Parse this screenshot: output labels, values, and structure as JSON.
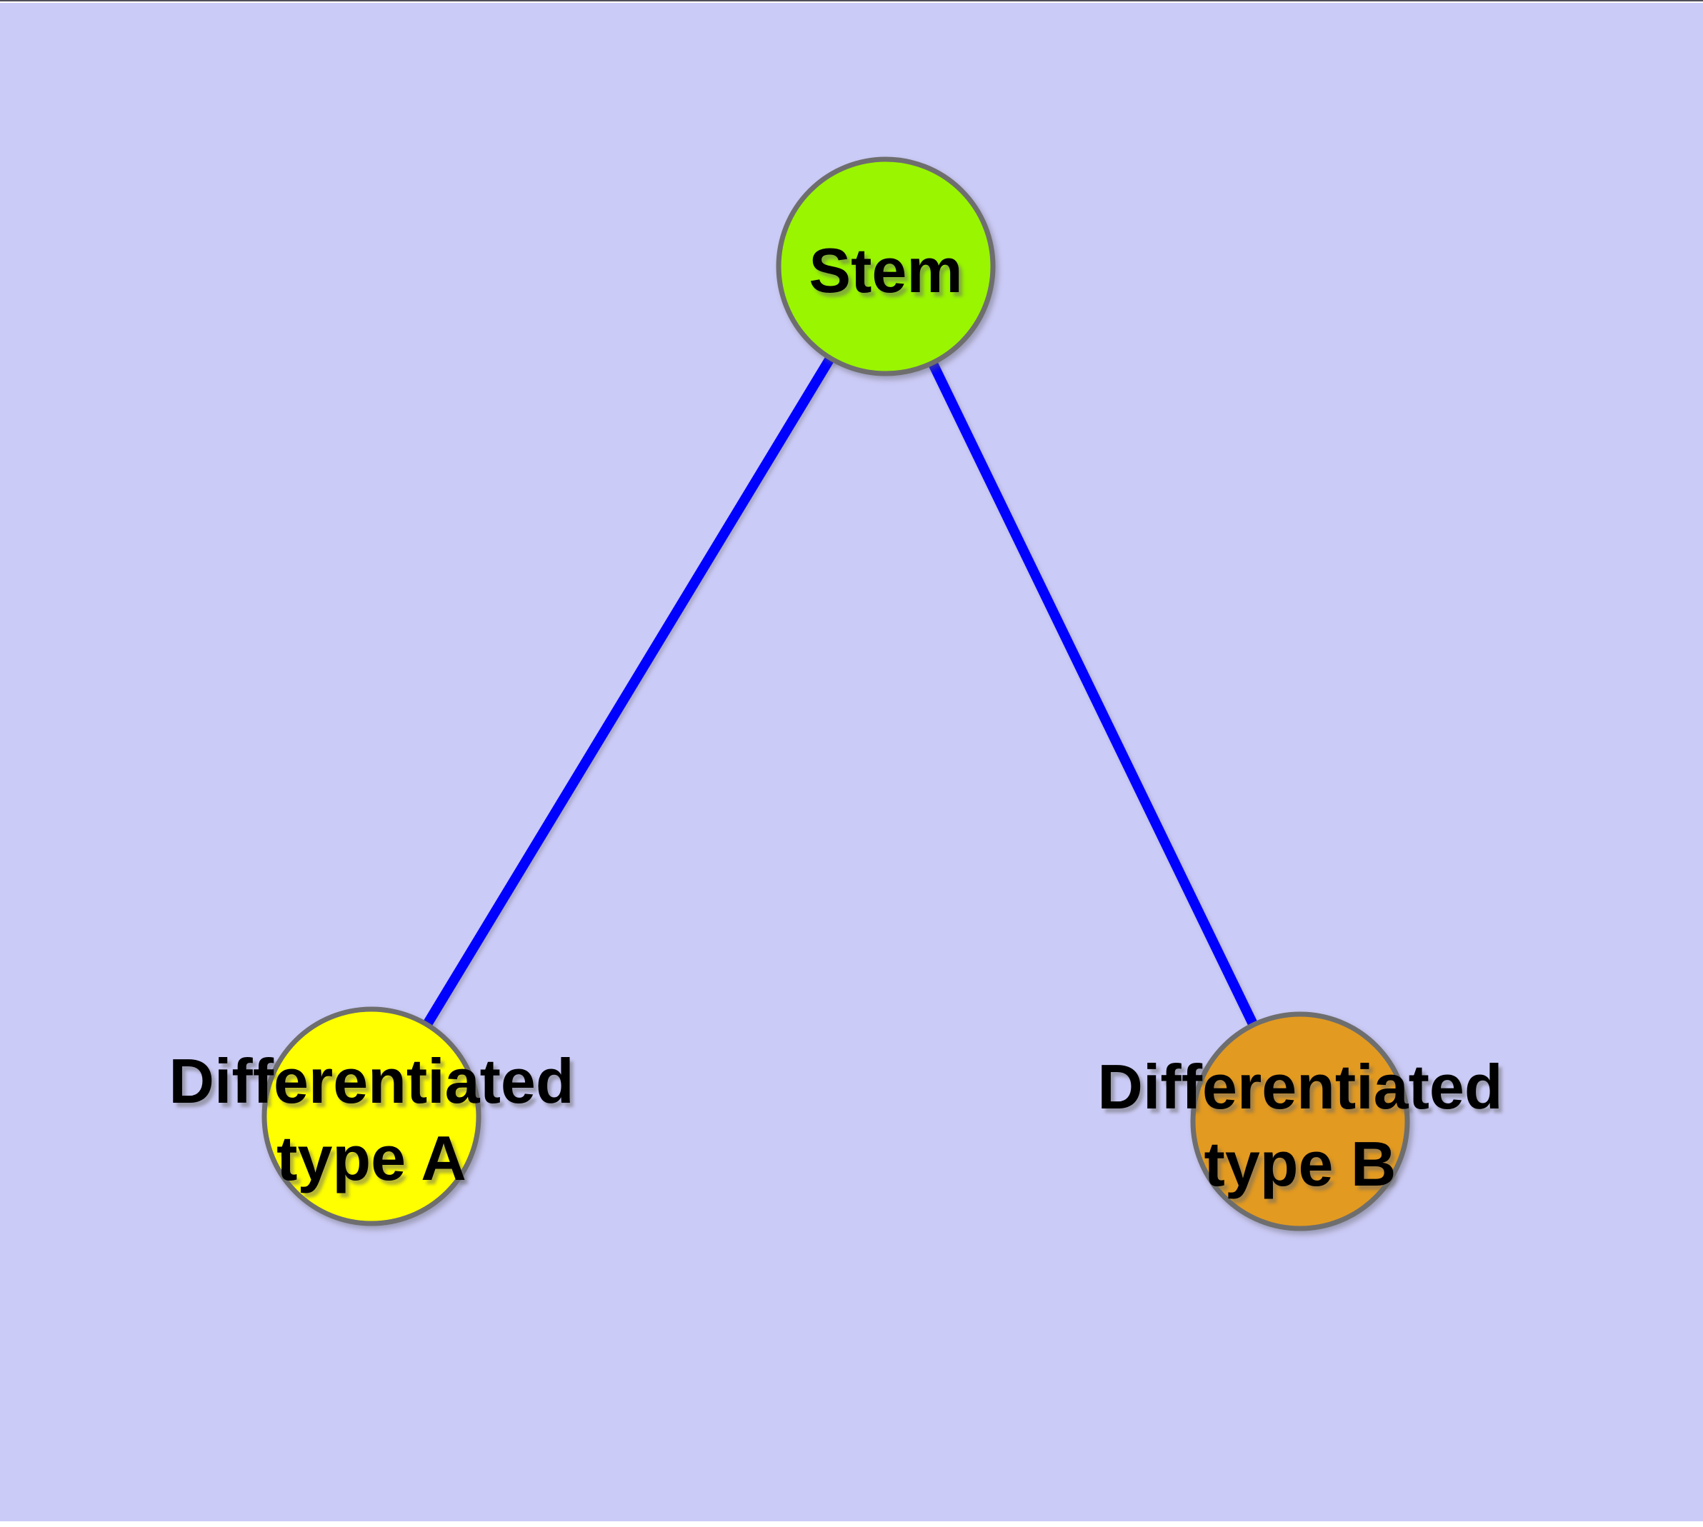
{
  "canvas": {
    "background_color": "#CBCBF7",
    "margin_color": "#FFFFFF",
    "top_edge_color": "#50505A"
  },
  "diagram": {
    "type": "graph",
    "edge_color": "#0000FF",
    "node_border_color": "#6E6E6E",
    "text_color": "#000000",
    "nodes": [
      {
        "id": "stem",
        "label": "Stem",
        "fill": "#99F500"
      },
      {
        "id": "differentiated-type-a",
        "label_line1": "Differentiated",
        "label_line2": "type A",
        "fill": "#FFFF00"
      },
      {
        "id": "differentiated-type-b",
        "label_line1": "Differentiated",
        "label_line2": "type B",
        "fill": "#E39A20"
      }
    ],
    "edges": [
      {
        "from": "stem",
        "to": "differentiated-type-a"
      },
      {
        "from": "stem",
        "to": "differentiated-type-b"
      }
    ]
  }
}
